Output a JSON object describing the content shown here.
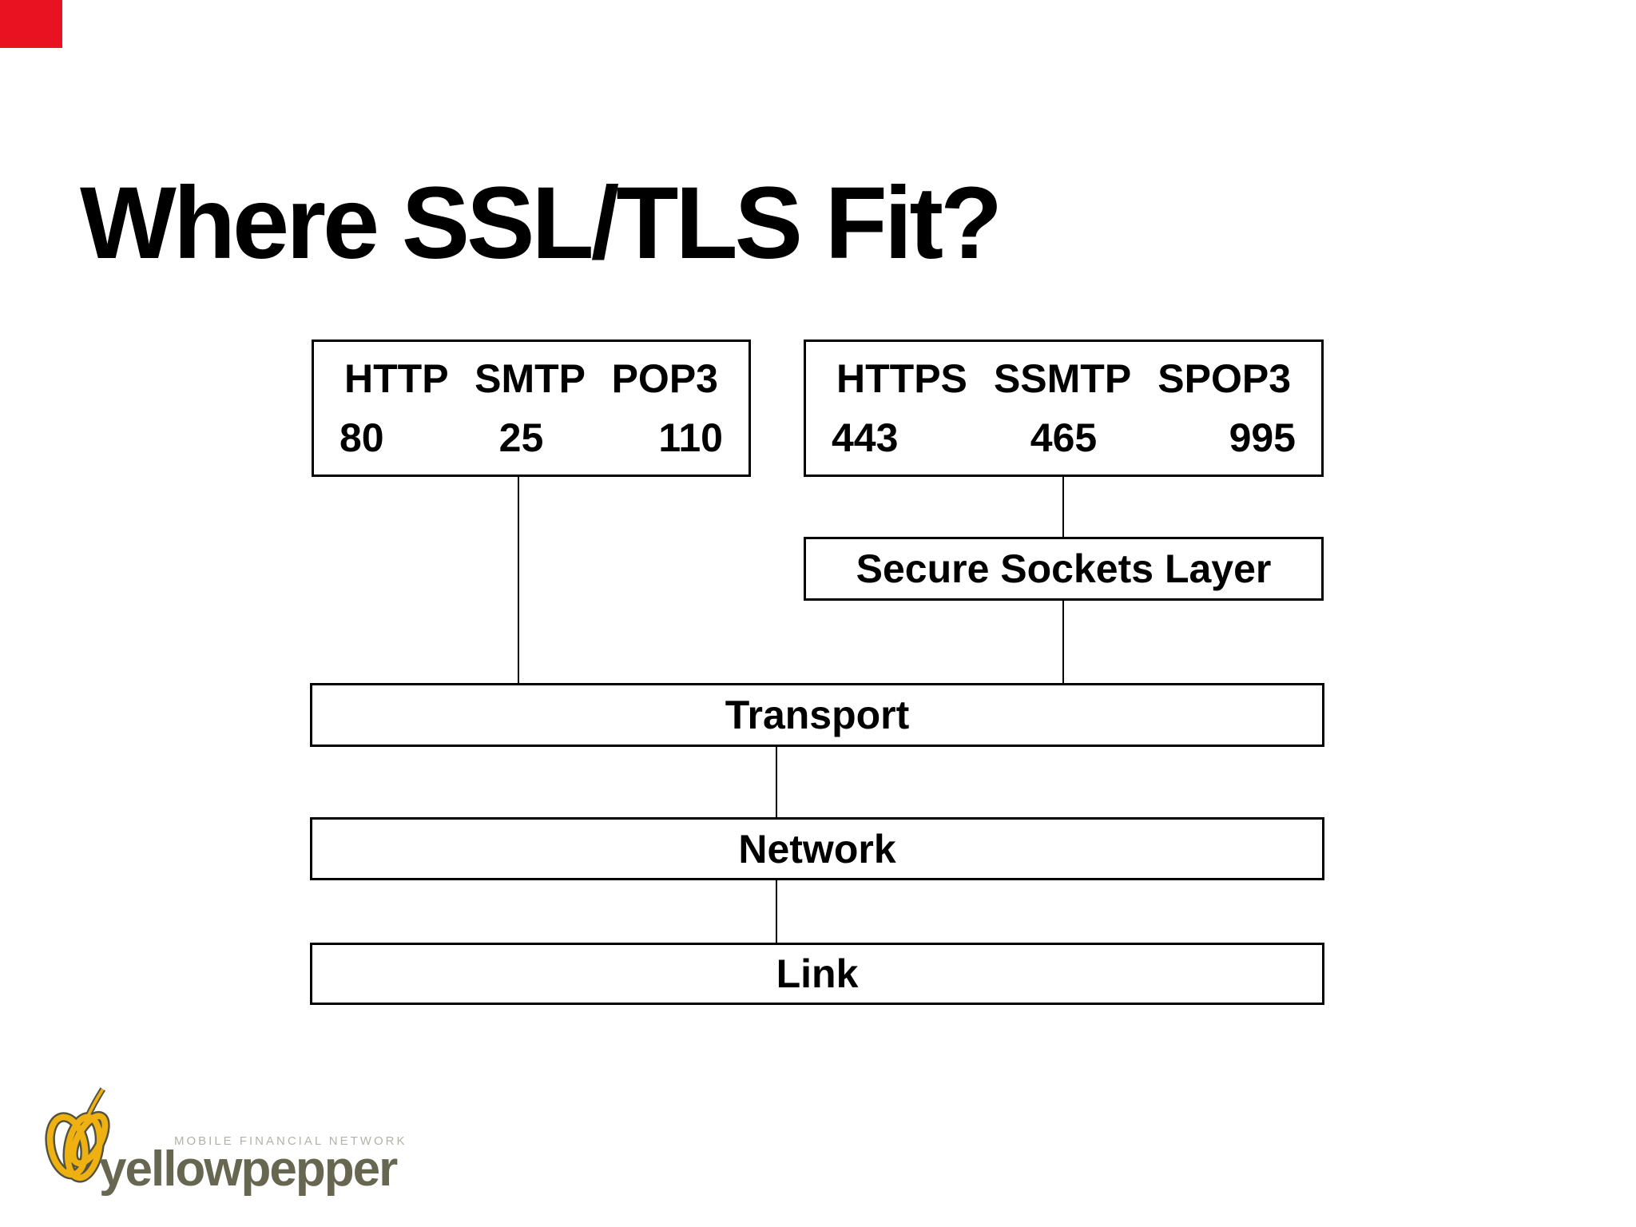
{
  "slide": {
    "title": "Where SSL/TLS Fit?",
    "background_color": "#ffffff",
    "text_color": "#000000",
    "red_marker_color": "#e81221"
  },
  "diagram": {
    "plain_box": {
      "protocols": [
        "HTTP",
        "SMTP",
        "POP3"
      ],
      "ports": [
        "80",
        "25",
        "110"
      ]
    },
    "secure_box": {
      "protocols": [
        "HTTPS",
        "SSMTP",
        "SPOP3"
      ],
      "ports": [
        "443",
        "465",
        "995"
      ]
    },
    "ssl_label": "Secure Sockets Layer",
    "layers": [
      "Transport",
      "Network",
      "Link"
    ]
  },
  "logo": {
    "tagline": "MOBILE FINANCIAL NETWORK",
    "brand": "yellowpepper",
    "brand_color": "#676751",
    "tagline_color": "#b2b2aa",
    "pepper_yellow": "#efb112",
    "pepper_outline": "#52523e"
  }
}
